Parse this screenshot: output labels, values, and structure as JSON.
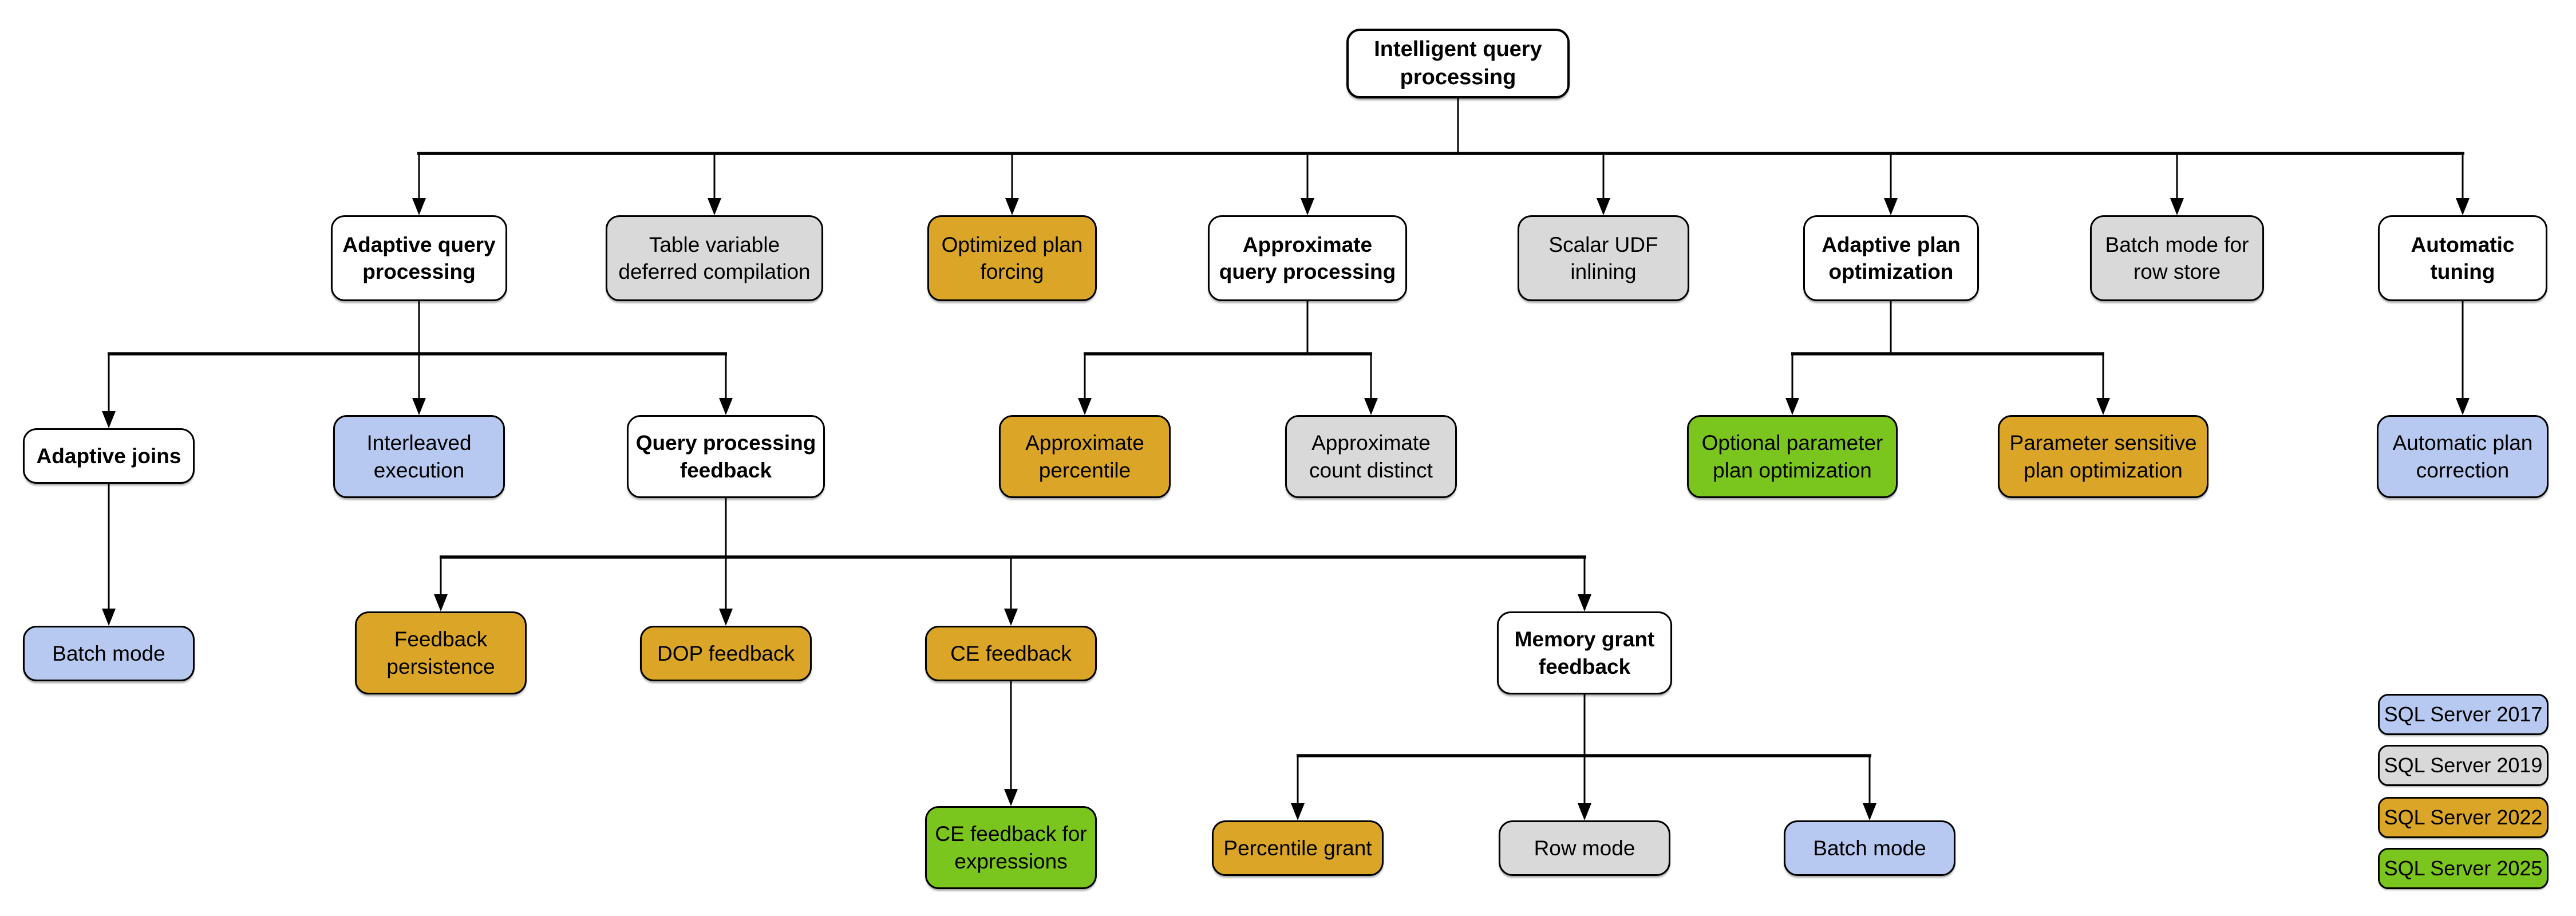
{
  "colors": {
    "hub": "#FFFFFF",
    "2017": "#B7C9F0",
    "2019": "#D9D9D9",
    "2022": "#DBA627",
    "2025": "#7AC51E",
    "border": "#000000"
  },
  "nodes": [
    {
      "id": "root",
      "label": "Intelligent query\nprocessing",
      "category": "hub"
    },
    {
      "id": "aqp",
      "label": "Adaptive query\nprocessing",
      "category": "hub"
    },
    {
      "id": "tvdc",
      "label": "Table variable\ndeferred compilation",
      "category": "2019"
    },
    {
      "id": "opf",
      "label": "Optimized plan\nforcing",
      "category": "2022"
    },
    {
      "id": "apxqp",
      "label": "Approximate\nquery processing",
      "category": "hub"
    },
    {
      "id": "sudf",
      "label": "Scalar UDF\ninlining",
      "category": "2019"
    },
    {
      "id": "apo",
      "label": "Adaptive plan\noptimization",
      "category": "hub"
    },
    {
      "id": "bmrs",
      "label": "Batch mode for\nrow store",
      "category": "2019"
    },
    {
      "id": "atun",
      "label": "Automatic\ntuning",
      "category": "hub"
    },
    {
      "id": "aj",
      "label": "Adaptive joins",
      "category": "hub"
    },
    {
      "id": "ie",
      "label": "Interleaved\nexecution",
      "category": "2017"
    },
    {
      "id": "qpfb",
      "label": "Query processing\nfeedback",
      "category": "hub"
    },
    {
      "id": "apct",
      "label": "Approximate\npercentile",
      "category": "2022"
    },
    {
      "id": "acd",
      "label": "Approximate\ncount distinct",
      "category": "2019"
    },
    {
      "id": "oppo",
      "label": "Optional parameter\nplan optimization",
      "category": "2025"
    },
    {
      "id": "pspo",
      "label": "Parameter sensitive\nplan optimization",
      "category": "2022"
    },
    {
      "id": "apc",
      "label": "Automatic plan\ncorrection",
      "category": "2017"
    },
    {
      "id": "bm1",
      "label": "Batch mode",
      "category": "2017"
    },
    {
      "id": "fp",
      "label": "Feedback\npersistence",
      "category": "2022"
    },
    {
      "id": "dopfb",
      "label": "DOP feedback",
      "category": "2022"
    },
    {
      "id": "cefb",
      "label": "CE feedback",
      "category": "2022"
    },
    {
      "id": "mgf",
      "label": "Memory grant\nfeedback",
      "category": "hub"
    },
    {
      "id": "cefbe",
      "label": "CE feedback for\nexpressions",
      "category": "2025"
    },
    {
      "id": "pg",
      "label": "Percentile grant",
      "category": "2022"
    },
    {
      "id": "rowm",
      "label": "Row mode",
      "category": "2019"
    },
    {
      "id": "bm2",
      "label": "Batch mode",
      "category": "2017"
    }
  ],
  "edges": [
    {
      "from": "root",
      "to": [
        "aqp",
        "tvdc",
        "opf",
        "apxqp",
        "sudf",
        "apo",
        "bmrs",
        "atun"
      ]
    },
    {
      "from": "aqp",
      "to": [
        "aj",
        "ie",
        "qpfb"
      ]
    },
    {
      "from": "apxqp",
      "to": [
        "apct",
        "acd"
      ]
    },
    {
      "from": "apo",
      "to": [
        "oppo",
        "pspo"
      ]
    },
    {
      "from": "atun",
      "to": [
        "apc"
      ]
    },
    {
      "from": "aj",
      "to": [
        "bm1"
      ]
    },
    {
      "from": "qpfb",
      "to": [
        "fp",
        "dopfb",
        "cefb",
        "mgf"
      ]
    },
    {
      "from": "cefb",
      "to": [
        "cefbe"
      ]
    },
    {
      "from": "mgf",
      "to": [
        "pg",
        "rowm",
        "bm2"
      ]
    }
  ],
  "legend": [
    {
      "label": "SQL Server 2017",
      "category": "2017"
    },
    {
      "label": "SQL Server 2019",
      "category": "2019"
    },
    {
      "label": "SQL Server 2022",
      "category": "2022"
    },
    {
      "label": "SQL Server 2025",
      "category": "2025"
    }
  ]
}
